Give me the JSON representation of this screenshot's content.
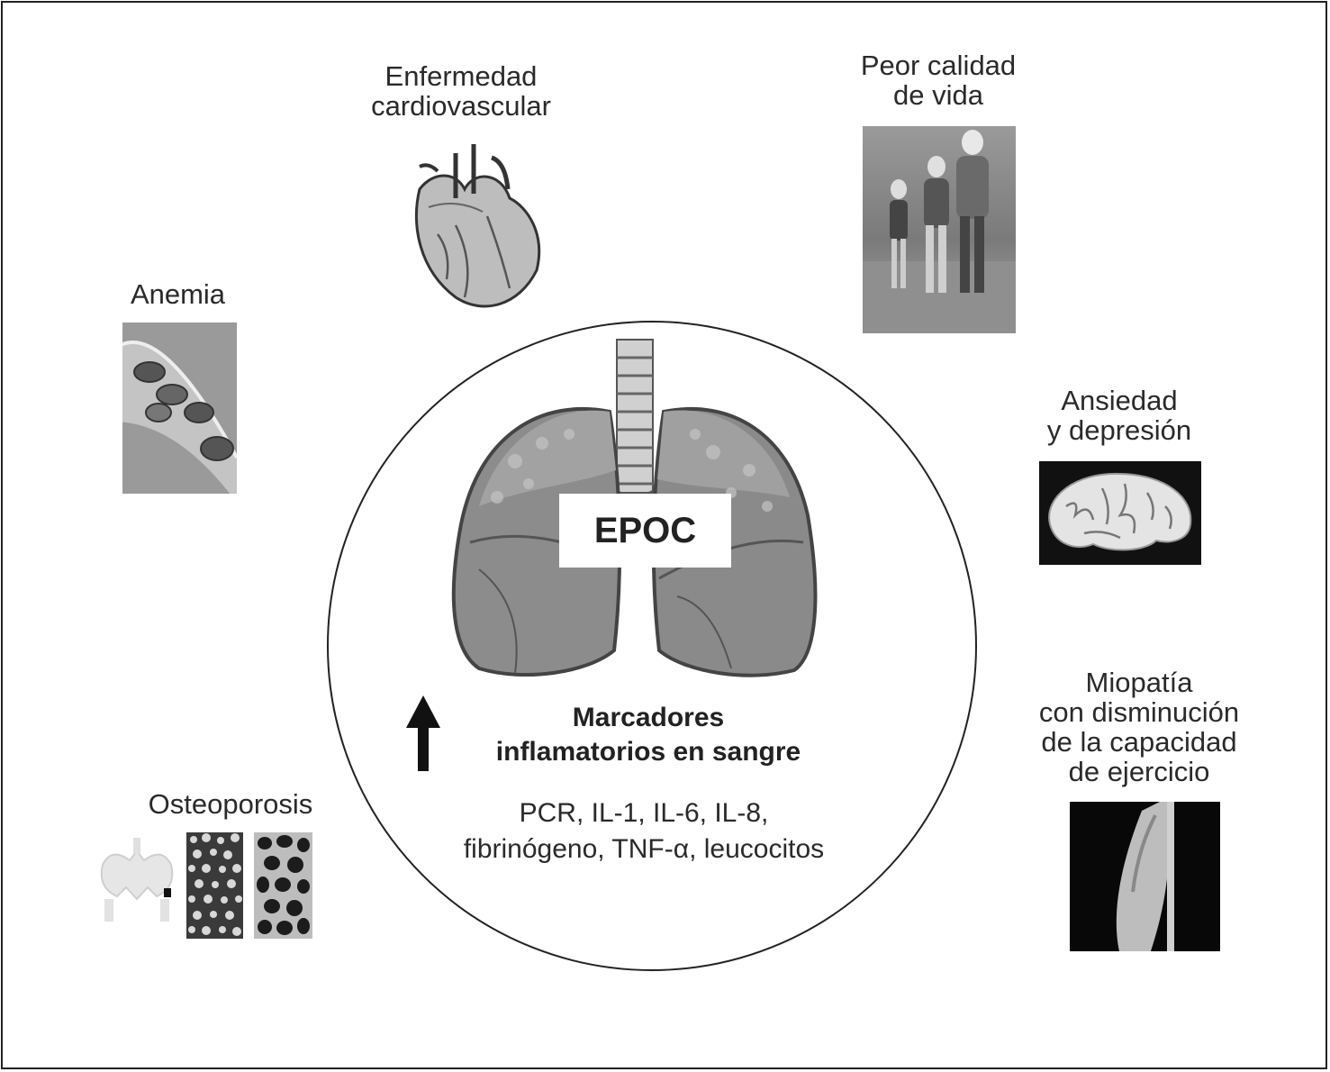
{
  "center": {
    "title": "EPOC",
    "markers_title": [
      "Marcadores",
      "inflamatorios en sangre"
    ],
    "markers_list": [
      "PCR, IL-1, IL-6, IL-8,",
      "fibrinógeno, TNF-α, leucocitos"
    ],
    "arrow_icon": "up-arrow-icon"
  },
  "comorbidities": {
    "cardiovascular": [
      "Enfermedad",
      "cardiovascular"
    ],
    "quality_of_life": [
      "Peor calidad",
      "de vida"
    ],
    "anemia": [
      "Anemia"
    ],
    "anxiety": [
      "Ansiedad",
      "y depresión"
    ],
    "myopathy": [
      "Miopatía",
      "con disminución",
      "de la capacidad",
      "de ejercicio"
    ],
    "osteoporosis": [
      "Osteoporosis"
    ]
  },
  "icons": [
    "heart-icon",
    "family-walking-photo",
    "red-blood-cells-icon",
    "brain-icon",
    "muscle-photo",
    "pelvis-bone-icon",
    "bone-density-normal",
    "bone-density-porous",
    "lungs-icon"
  ],
  "colors": {
    "line": "#222222",
    "lung_fill": "#8c8c8c",
    "background": "#ffffff"
  }
}
